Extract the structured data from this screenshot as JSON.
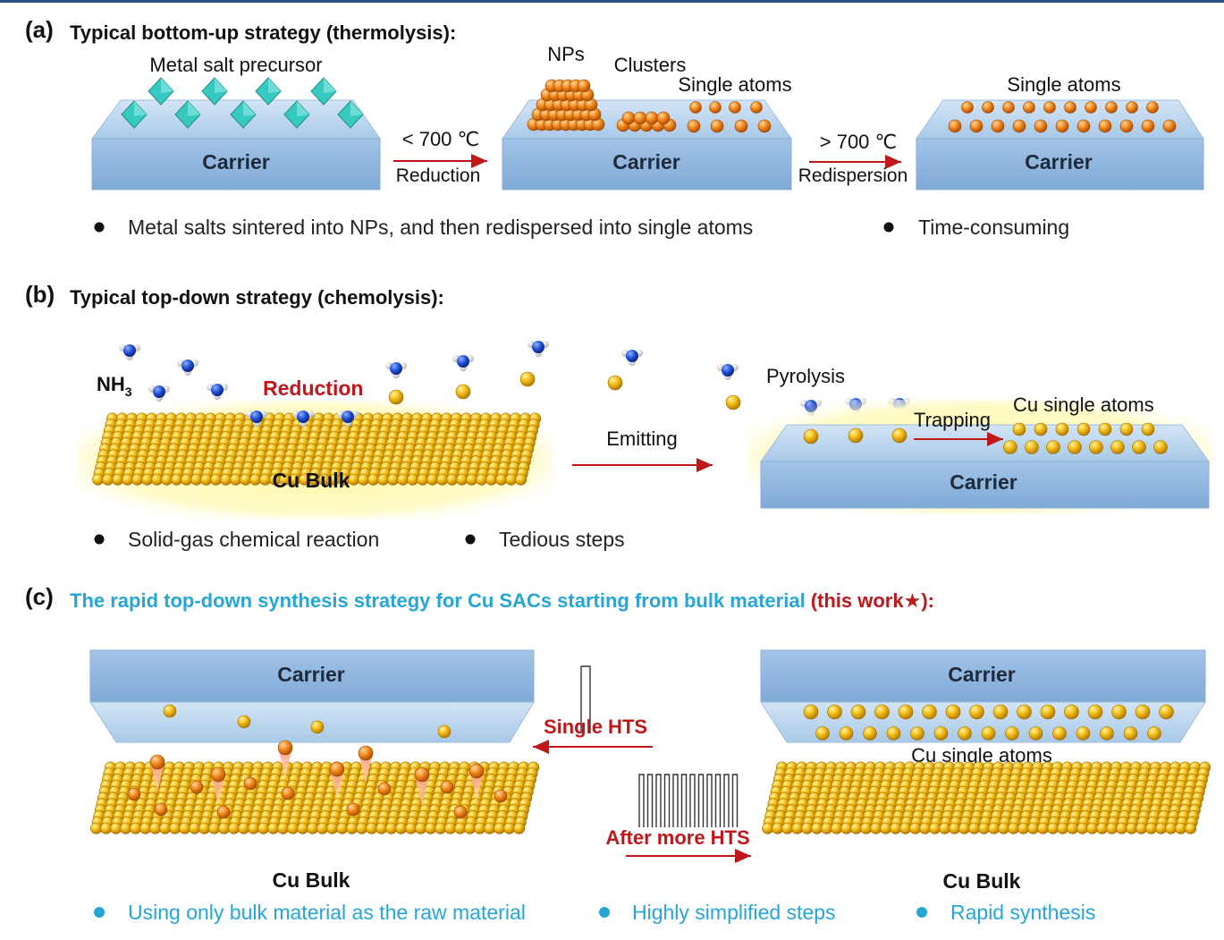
{
  "panel_a": {
    "label": "(a)",
    "title": "Typical bottom-up strategy (thermolysis):",
    "precursor_label": "Metal salt precursor",
    "carrier": "Carrier",
    "nps_label": "NPs",
    "clusters_label": "Clusters",
    "single_atoms_label": "Single atoms",
    "arrow1_top": "< 700 ℃",
    "arrow1_bottom": "Reduction",
    "arrow2_top": "> 700 ℃",
    "arrow2_bottom": "Redispersion",
    "bullets": [
      "Metal salts sintered into NPs, and then redispersed into single atoms",
      "Time-consuming"
    ]
  },
  "panel_b": {
    "label": "(b)",
    "title": "Typical top-down strategy (chemolysis):",
    "nh3_label": "NH",
    "nh3_sub": "3",
    "reduction_label": "Reduction",
    "bulk_label": "Cu Bulk",
    "emitting_label": "Emitting",
    "pyrolysis_label": "Pyrolysis",
    "trapping_label": "Trapping",
    "cu_single_atoms_label": "Cu single atoms",
    "carrier": "Carrier",
    "bullets": [
      "Solid-gas chemical reaction",
      "Tedious steps"
    ]
  },
  "panel_c": {
    "label": "(c)",
    "title_main": "The rapid top-down synthesis strategy for Cu SACs starting from bulk material",
    "title_red": "(this work",
    "title_star": "★",
    "title_end": "):",
    "carrier": "Carrier",
    "single_hts": "Single HTS",
    "after_more_hts": "After more HTS",
    "bulk_label": "Cu Bulk",
    "cu_single_atoms_label": "Cu single atoms",
    "bullets": [
      "Using only bulk material as the raw material",
      "Highly simplified steps",
      "Rapid synthesis"
    ]
  },
  "colors": {
    "carrier_top": "#b7d3ec",
    "carrier_front": "#8fb7e0",
    "gold": "#f1b40c",
    "orange_atom": "#f28c1f",
    "teal_crystal": "#36c9c0",
    "arrow_red": "#c0171b",
    "accent_blue": "#25a6d6",
    "glow_yellow": "#fffbb0"
  }
}
